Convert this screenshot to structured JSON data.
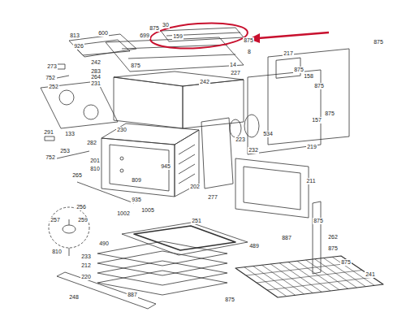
{
  "diagram": {
    "labels": [
      "813",
      "600",
      "926",
      "699",
      "875",
      "30",
      "159",
      "875",
      "8",
      "875",
      "217",
      "273",
      "752",
      "242",
      "875",
      "283",
      "264",
      "14",
      "227",
      "231",
      "242",
      "252",
      "875",
      "158",
      "875",
      "157",
      "875",
      "230",
      "534",
      "223",
      "219",
      "232",
      "291",
      "133",
      "282",
      "752",
      "253",
      "201",
      "810",
      "945",
      "265",
      "809",
      "211",
      "202",
      "935",
      "277",
      "256",
      "1002",
      "1005",
      "257",
      "259",
      "875",
      "251",
      "887",
      "262",
      "490",
      "489",
      "875",
      "810",
      "233",
      "875",
      "212",
      "241",
      "220",
      "248",
      "887",
      "875"
    ]
  }
}
